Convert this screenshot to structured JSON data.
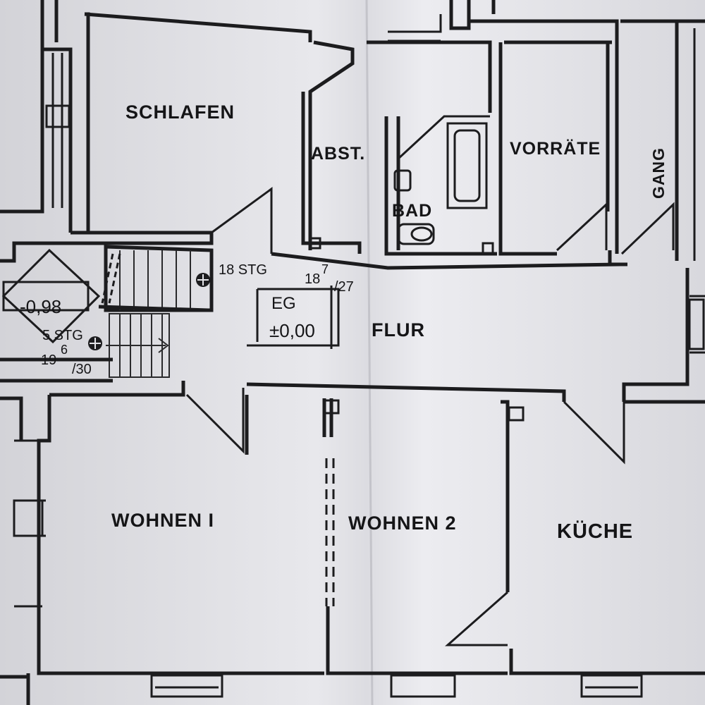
{
  "plan": {
    "rooms": {
      "schlafen": "SCHLAFEN",
      "abstell": "ABST.",
      "bad": "BAD",
      "vorraete": "VORRÄTE",
      "gang": "GANG",
      "flur": "FLUR",
      "wohnen1": "WOHNEN I",
      "wohnen2": "WOHNEN 2",
      "kueche": "KÜCHE"
    },
    "level": {
      "name": "EG",
      "height": "±0,00"
    },
    "stairs": {
      "upper_steps": "18 STG",
      "upper_ratio_base": "18",
      "upper_ratio_top": "7",
      "upper_ratio_bottom": "/27",
      "lower_steps": "5 STG",
      "lower_ratio_base": "19",
      "lower_ratio_top": "6",
      "lower_ratio_bottom": "/30",
      "landing_height": "-0,98"
    },
    "colors": {
      "paper": "#e6e6ea",
      "paper_shadow": "#8f8f93",
      "ink": "#1c1c1e"
    }
  }
}
